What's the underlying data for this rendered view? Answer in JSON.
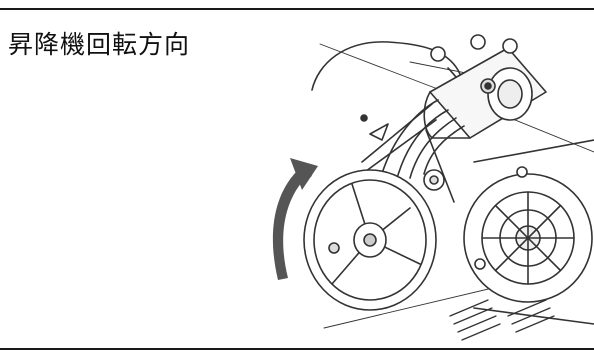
{
  "title": "昇降機回転方向",
  "illustration": {
    "subject": "motor-pulley-belt-assembly",
    "icon": "rotation-arrow-icon",
    "rotation_direction": "upward",
    "line_color": "#333333",
    "arrow_color": "#555555"
  }
}
